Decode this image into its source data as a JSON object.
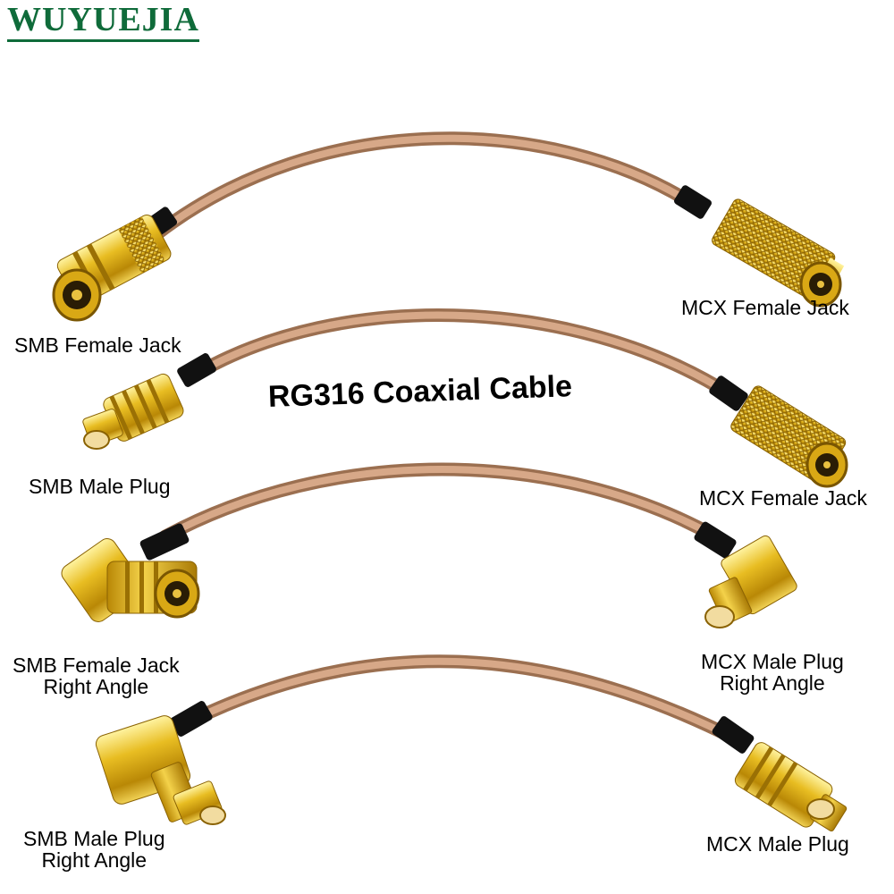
{
  "brand": "WUYUEJIA",
  "headline": "RG316 Coaxial Cable",
  "labels": {
    "c1_left": "SMB Female Jack",
    "c1_right": "MCX Female Jack",
    "c2_left": "SMB Male Plug",
    "c2_right": "MCX Female Jack",
    "c3_left_1": "SMB Female Jack",
    "c3_left_2": "Right Angle",
    "c3_right_1": "MCX Male Plug",
    "c3_right_2": "Right Angle",
    "c4_left_1": "SMB Male Plug",
    "c4_left_2": "Right Angle",
    "c4_right": "MCX Male Plug"
  },
  "colors": {
    "brand": "#0f6b3a",
    "cable": "#c79877",
    "gold": "#e2b21c",
    "boot": "#111111"
  }
}
